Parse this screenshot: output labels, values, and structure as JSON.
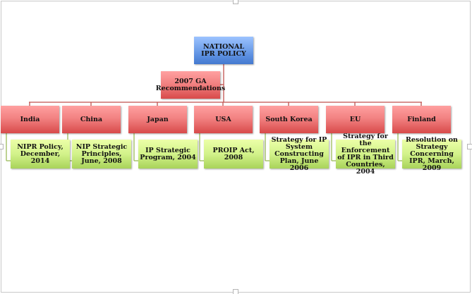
{
  "root": {
    "label": "NATIONAL IPR POLICY"
  },
  "assistant": {
    "label": "2007 GA Recommendations"
  },
  "countries": [
    {
      "name": "India",
      "policy": "NIPR Policy, December, 2014"
    },
    {
      "name": "China",
      "policy": "NIP Strategic Principles, June, 2008"
    },
    {
      "name": "Japan",
      "policy": "IP Strategic Program, 2004"
    },
    {
      "name": "USA",
      "policy": "PROIP Act, 2008"
    },
    {
      "name": "South Korea",
      "policy": "Strategy for IP System Constructing Plan, June 2006"
    },
    {
      "name": "EU",
      "policy": "Strategy for the Enforcement of IPR in Third Countries, 2004"
    },
    {
      "name": "Finland",
      "policy": "Resolution on Strategy Concerning IPR, March, 2009"
    }
  ],
  "colors": {
    "root": "#5b8fe0",
    "country": "#f28282",
    "policy": "#d2f28a",
    "red_line": "#c0504d",
    "green_line": "#9bbb59"
  }
}
